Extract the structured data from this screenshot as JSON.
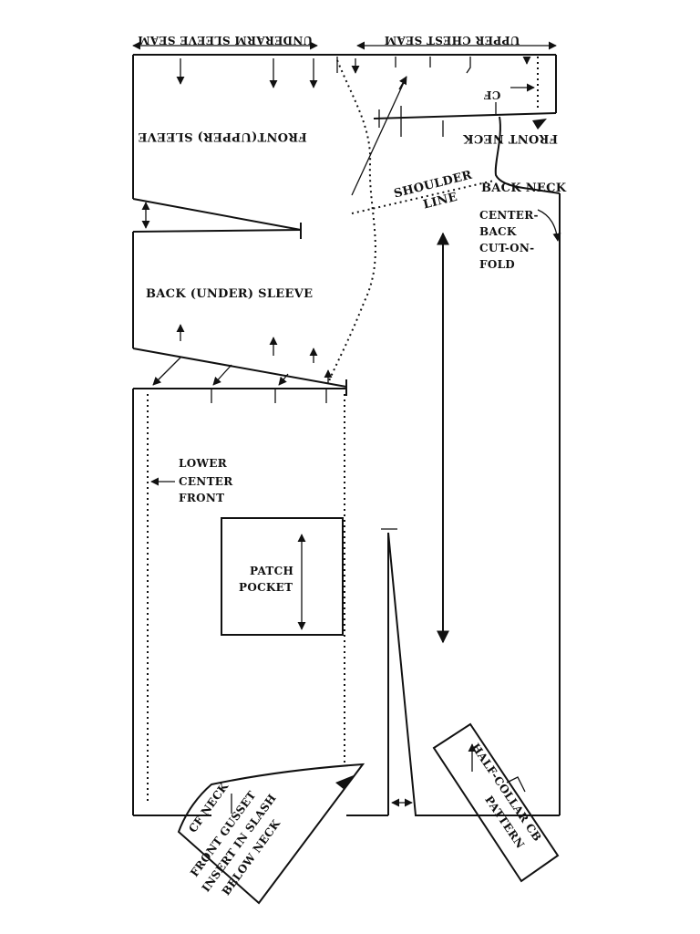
{
  "labels": {
    "underarm_sleeve_seam": "UNDERARM SLEEVE SEAM",
    "upper_chest_seam": "UPPER CHEST SEAM",
    "cf_top": "CF",
    "front_upper_sleeve": "FRONT(UPPER) SLEEVE",
    "front_neck": "FRONT NECK",
    "shoulder": "SHOULDER",
    "line": "LINE",
    "back_neck": "BACK NECK",
    "center_back_1": "CENTER-",
    "center_back_2": "BACK",
    "center_back_3": "CUT-ON-",
    "center_back_4": "FOLD",
    "back_under_sleeve": "BACK (UNDER) SLEEVE",
    "lower_cf_1": "LOWER",
    "lower_cf_2": "CENTER",
    "lower_cf_3": "FRONT",
    "patch_pocket_1": "PATCH",
    "patch_pocket_2": "POCKET",
    "gusset_1": "CF NECK",
    "gusset_2": "FRONT GUSSET",
    "gusset_3": "INSERT IN SLASH",
    "gusset_4": "BELOW NECK",
    "collar_1": "HALF-COLLAR CB",
    "collar_2": "PATTERN"
  },
  "colors": {
    "ink": "#111111",
    "paper": "#ffffff"
  }
}
